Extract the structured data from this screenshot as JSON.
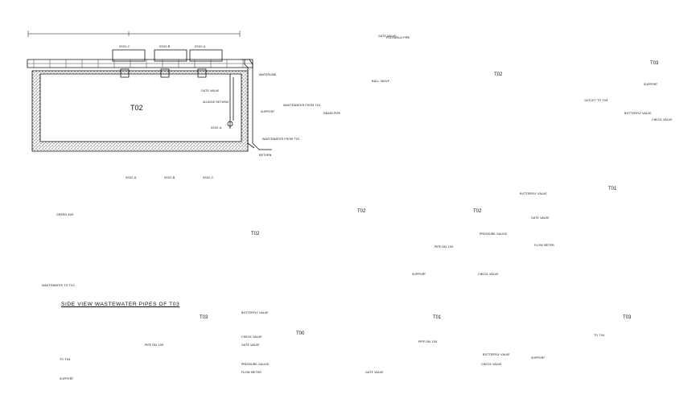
{
  "views": {
    "plan_top_left": {
      "tank": "T02",
      "pumps": [
        "SS02-C",
        "SS02-B",
        "SS02-A"
      ],
      "notes": [
        "WASTEWATER FROM T02",
        "SUPPORT",
        "SS02-A",
        "GATE VALVE",
        "SLUDGE RETURN",
        "WATERLINE",
        "RETURN"
      ]
    },
    "long_section_top_right": {
      "tanks": [
        "T02",
        "T03"
      ],
      "notes": [
        "WASTEWATER FROM T02",
        "POLYWELD PIPE",
        "DRAIN PIPE",
        "BALL VALVE",
        "OUTLET TO T04",
        "SUPPORT",
        "BUTTERFLY VALVE",
        "CHECK VALVE",
        "GATE VALVE"
      ]
    },
    "elevation_mid_left": {
      "tank": "T02",
      "pumps": [
        "SS02-A",
        "SS02-B",
        "SS02-C"
      ],
      "notes": [
        "GREEN 400",
        "WASTEWATER TO T02"
      ]
    },
    "section_mid_right": {
      "tanks": [
        "T02",
        "T02",
        "T01"
      ],
      "notes": [
        "BUTTERFLY VALVE",
        "GATE VALVE",
        "PIPE DN 150",
        "CHECK VALVE",
        "SUPPORT",
        "FLOW METER",
        "PRESSURE GAUGE"
      ]
    },
    "side_view_bottom_left": {
      "title": "SIDE VIEW WASTEWATER PIPES OF T03",
      "tank": "T03",
      "notes": [
        "SUPPORT",
        "BUTTERFLY VALVE",
        "CHECK VALVE",
        "GATE VALVE",
        "PIPE DN 100",
        "PRESSURE GAUGE",
        "FLOW METER",
        "TO T04"
      ]
    },
    "section_bottom_right": {
      "tanks": [
        "T00",
        "T01",
        "T03"
      ],
      "notes": [
        "BUTTERFLY VALVE",
        "GATE VALVE",
        "CHECK VALVE",
        "PIPE DN 150",
        "SUPPORT",
        "TO T04"
      ]
    }
  },
  "colors": {
    "line": "#111111",
    "hatch": "#333333",
    "background": "#ffffff"
  }
}
